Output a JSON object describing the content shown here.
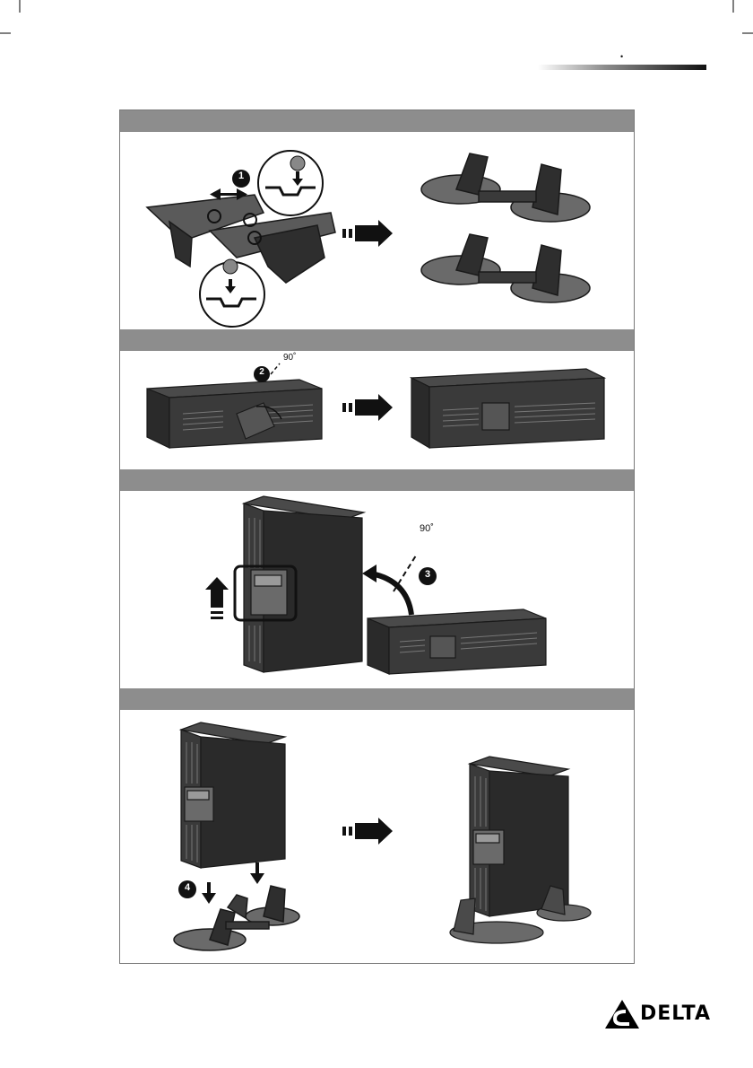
{
  "header": {
    "marker": "•"
  },
  "steps": [
    {
      "id": "step-1",
      "number": "1"
    },
    {
      "id": "step-2",
      "number": "2",
      "angle": "90˚"
    },
    {
      "id": "step-3",
      "number": "3",
      "angle": "90˚"
    },
    {
      "id": "step-4",
      "number": "4"
    }
  ],
  "logo": {
    "text": "DELTA"
  },
  "colors": {
    "band": "#8d8d8d",
    "frame": "#7a7a7a",
    "ink": "#111111",
    "device": "#3a3a3a"
  }
}
